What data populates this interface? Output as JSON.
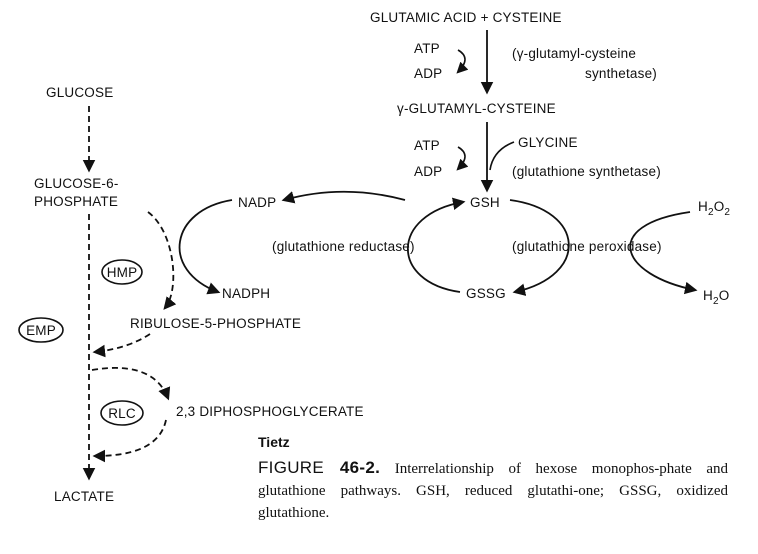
{
  "pathway_top": {
    "substrates": "GLUTAMIC ACID + CYSTEINE",
    "atp_1": "ATP",
    "adp_1": "ADP",
    "enzyme_1_line1": "(γ-glutamyl-cysteine",
    "enzyme_1_line2": "synthetase)",
    "intermediate": "γ-GLUTAMYL-CYSTEINE",
    "atp_2": "ATP",
    "adp_2": "ADP",
    "glycine": "GLYCINE",
    "enzyme_2": "(glutathione synthetase)"
  },
  "cycle": {
    "nadp": "NADP",
    "nadph": "NADPH",
    "gsh": "GSH",
    "gssg": "GSSG",
    "reductase": "(glutathione reductase)",
    "peroxidase": "(glutathione peroxidase)",
    "h2o2": "H",
    "h2o2_sub": "2",
    "h2o2_tail": "O",
    "h2o2_sub2": "2",
    "h2o": "H",
    "h2o_sub": "2",
    "h2o_tail": "O"
  },
  "glycolysis": {
    "glucose": "GLUCOSE",
    "g6p_line1": "GLUCOSE-6-",
    "g6p_line2": "PHOSPHATE",
    "hmp": "HMP",
    "emp": "EMP",
    "ribulose": "RIBULOSE-5-PHOSPHATE",
    "rlc": "RLC",
    "dpg": "2,3 DIPHOSPHOGLYCERATE",
    "lactate": "LACTATE"
  },
  "credit": "Tietz",
  "caption": {
    "label": "FIGURE ",
    "number": "46-2.",
    "text": " Interrelationship of hexose monophos-phate and glutathione pathways. GSH, reduced glutathi-one; GSSG, oxidized glutathione."
  }
}
